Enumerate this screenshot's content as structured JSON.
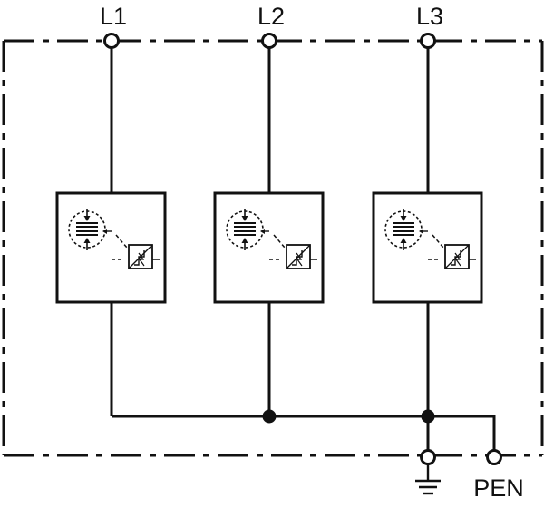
{
  "terminals": {
    "l1": "L1",
    "l2": "L2",
    "l3": "L3",
    "pen": "PEN"
  },
  "icons": {
    "ground": "ground-icon",
    "module_symbol": "surge-protection-module-icon"
  },
  "colors": {
    "line": "#111111",
    "background": "#ffffff"
  }
}
